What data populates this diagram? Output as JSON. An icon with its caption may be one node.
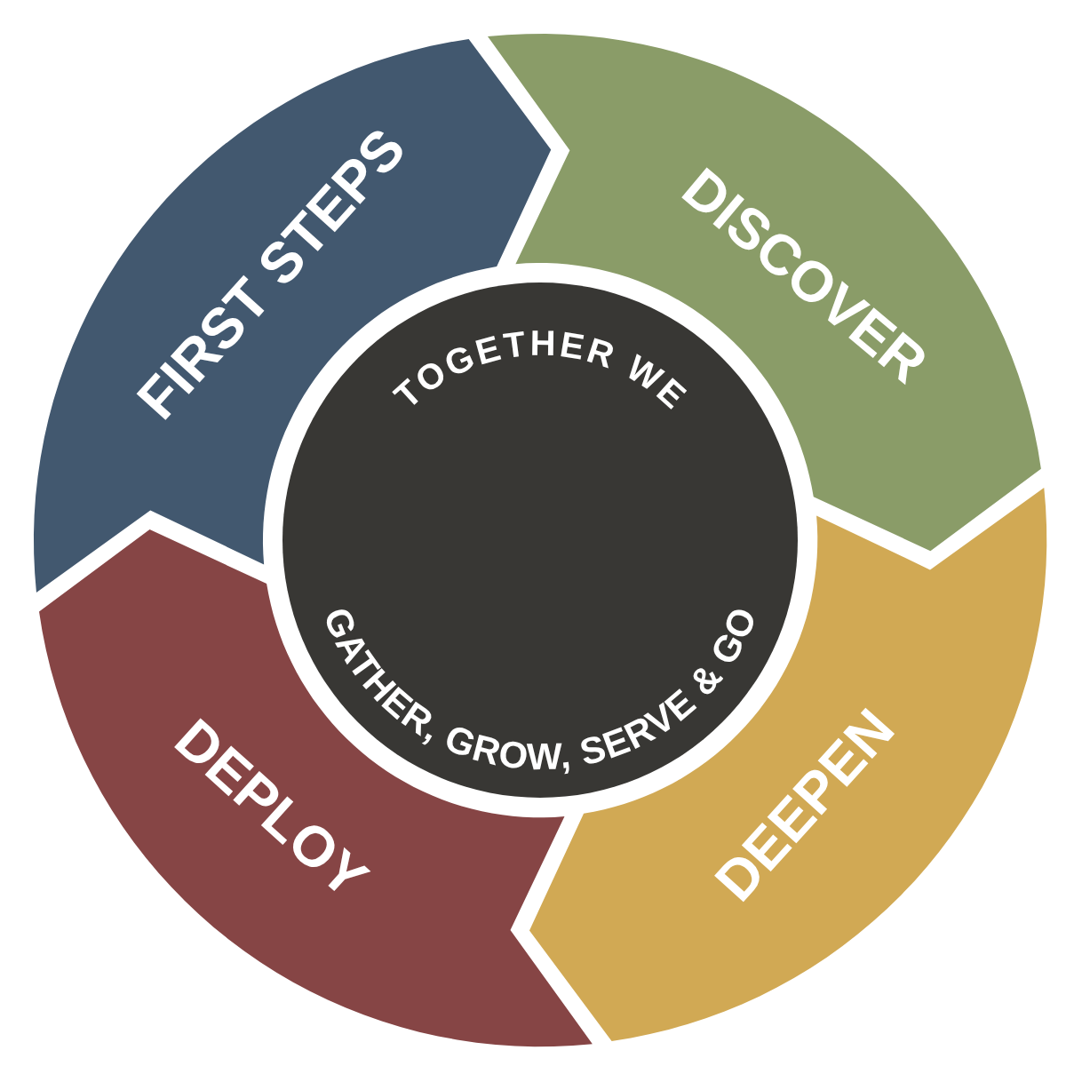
{
  "diagram": {
    "nodes": [
      {
        "text": [
          "FIRST STEPS"
        ]
      },
      {
        "text": [
          "DISCOVER"
        ]
      },
      {
        "text": [
          "DEEPEN"
        ]
      },
      {
        "text": [
          "DEPLOY"
        ]
      },
      {
        "text": [
          "TOGETHER WE",
          "GATHER, GROW, SERVE & GO"
        ]
      }
    ]
  }
}
